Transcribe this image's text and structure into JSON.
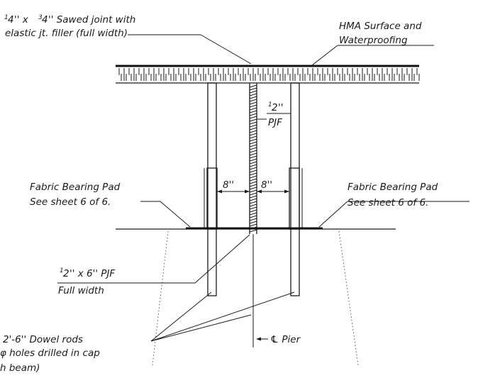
{
  "labels": {
    "sawed_joint_line1_a": "4",
    "sawed_joint_line1_b": "'' x ",
    "sawed_joint_line1_c": "4",
    "sawed_joint_line1_d": "'' Sawed joint with",
    "sawed_joint_num1": "1",
    "sawed_joint_num2": "3",
    "sawed_joint_line2": "elastic jt. filler (full width)",
    "hma_line1": "HMA Surface and",
    "hma_line2": "Waterproofing",
    "pjf_half_num": "1",
    "pjf_half_den": "2",
    "pjf_half_unit": "''",
    "pjf_half_text": "PJF",
    "dim_left": "8''",
    "dim_right": "8''",
    "fabric_left_line1": "Fabric Bearing Pad",
    "fabric_left_line2": "See sheet 6 of 6.",
    "fabric_right_line1": "Fabric Bearing Pad",
    "fabric_right_line2": "See sheet 6 of 6.",
    "pjf6_num": "1",
    "pjf6_den": "2",
    "pjf6_text": "'' x 6'' PJF",
    "pjf6_line2": "Full width",
    "dowel_line1": "2'-6'' Dowel rods",
    "dowel_line2": "φ holes drilled in cap",
    "dowel_line3": "h beam)",
    "pier_label": "℄ Pier"
  }
}
